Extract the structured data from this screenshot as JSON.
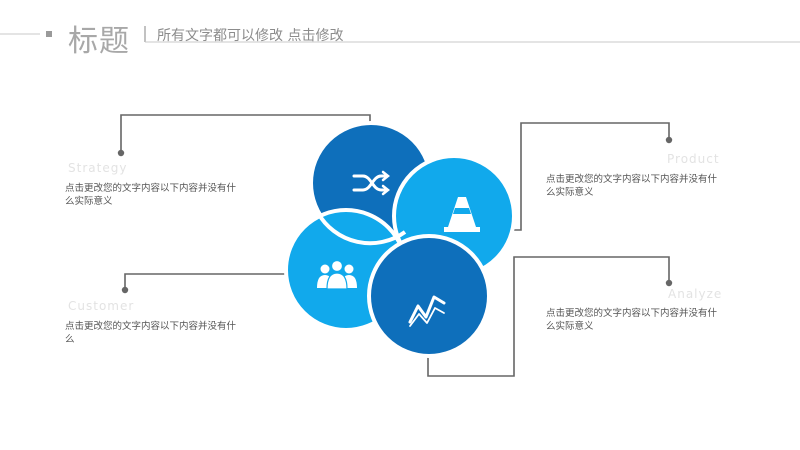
{
  "header": {
    "title": "标题",
    "subtitle": "所有文字都可以修改  点击修改"
  },
  "colors": {
    "dark_blue": "#0e6fbb",
    "light_blue": "#11a9ec",
    "connector": "#666666",
    "header_line": "#c8c8c8"
  },
  "items": [
    {
      "label": "Strategy",
      "description": "点击更改您的文字内容以下内容并没有什\n么实际意义",
      "icon": "shuffle-icon"
    },
    {
      "label": "Product",
      "description": "点击更改您的文字内容以下内容并没有什\n么实际意义",
      "icon": "traffic-cone-icon"
    },
    {
      "label": "Customer",
      "description": "点击更改您的文字内容以下内容并没有什\n么",
      "icon": "group-users-icon"
    },
    {
      "label": "Analyze",
      "description": "点击更改您的文字内容以下内容并没有什\n么实际意义",
      "icon": "trend-chart-icon"
    }
  ]
}
